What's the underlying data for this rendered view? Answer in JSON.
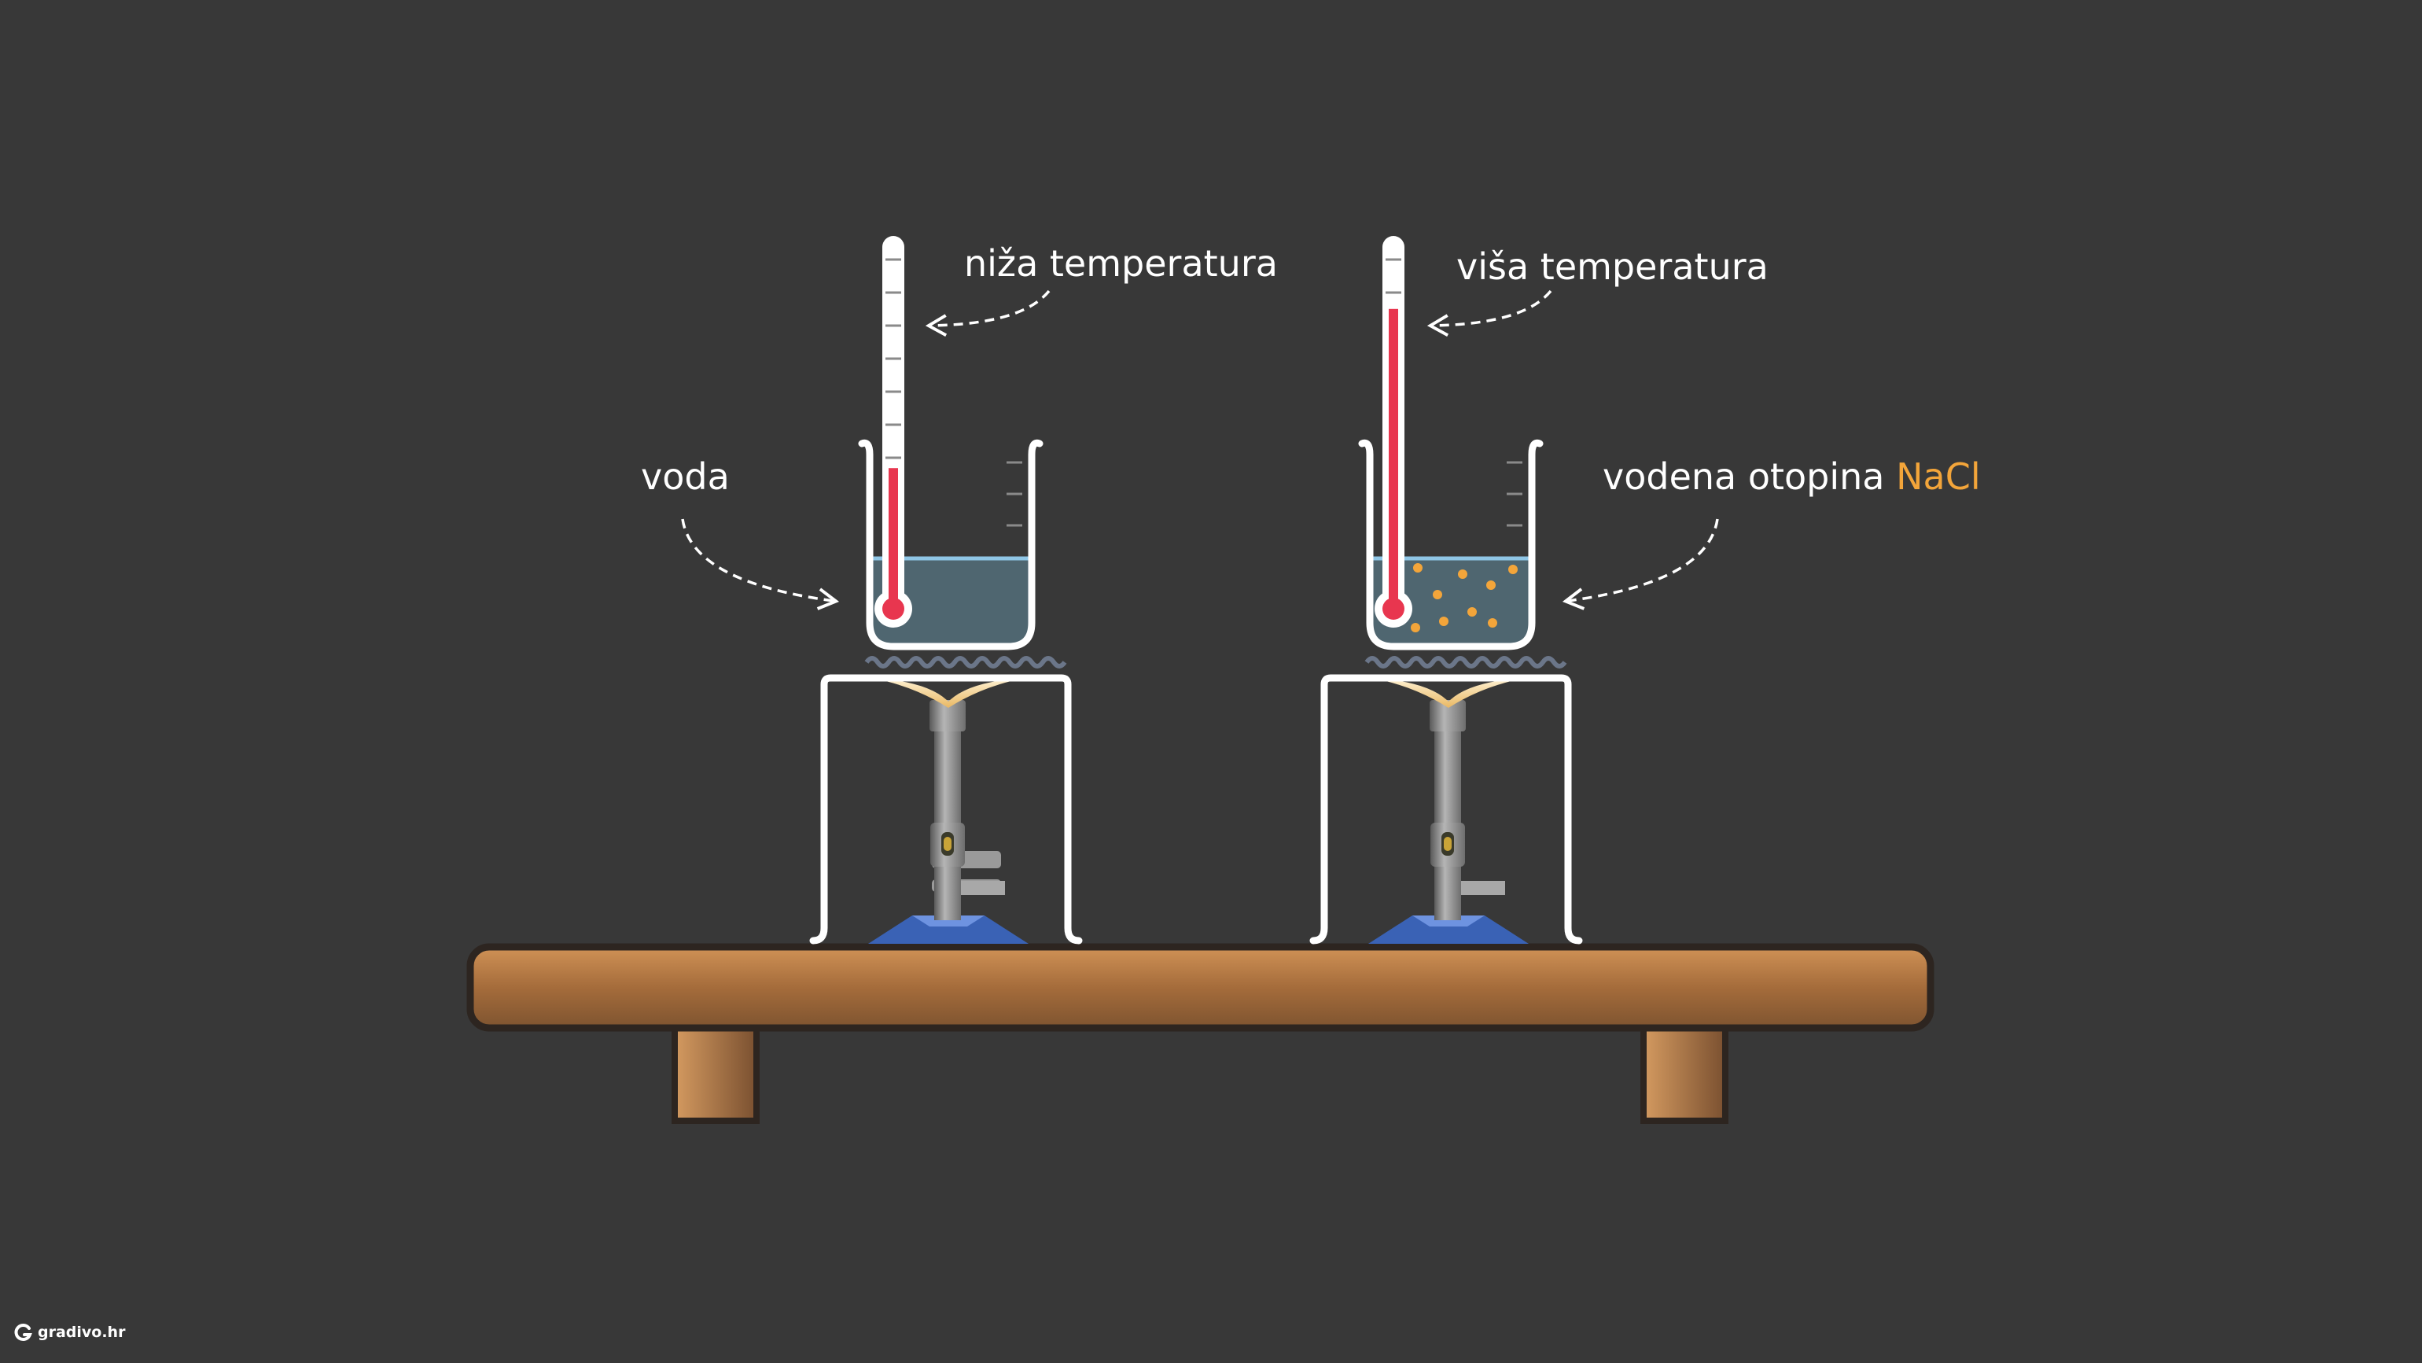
{
  "labels": {
    "left_thermometer": "niža temperatura",
    "right_thermometer": "viša temperatura",
    "left_beaker": "voda",
    "right_beaker_prefix": "vodena otopina ",
    "right_beaker_formula": "NaCl"
  },
  "readings": {
    "left_thermometer_fill": 0.38,
    "right_thermometer_fill": 0.82
  },
  "logo": {
    "text": "gradivo.hr"
  },
  "colors": {
    "background": "#383838",
    "water": "#4f6670",
    "water_surface": "#8fc6e6",
    "mercury": "#e8364f",
    "salt": "#f3a53a",
    "table": "#b97a44",
    "burner_base": "#3a62b5",
    "accent": "#f3a53a"
  },
  "icons": {
    "logo_mark": "gradivo-logo-icon"
  }
}
